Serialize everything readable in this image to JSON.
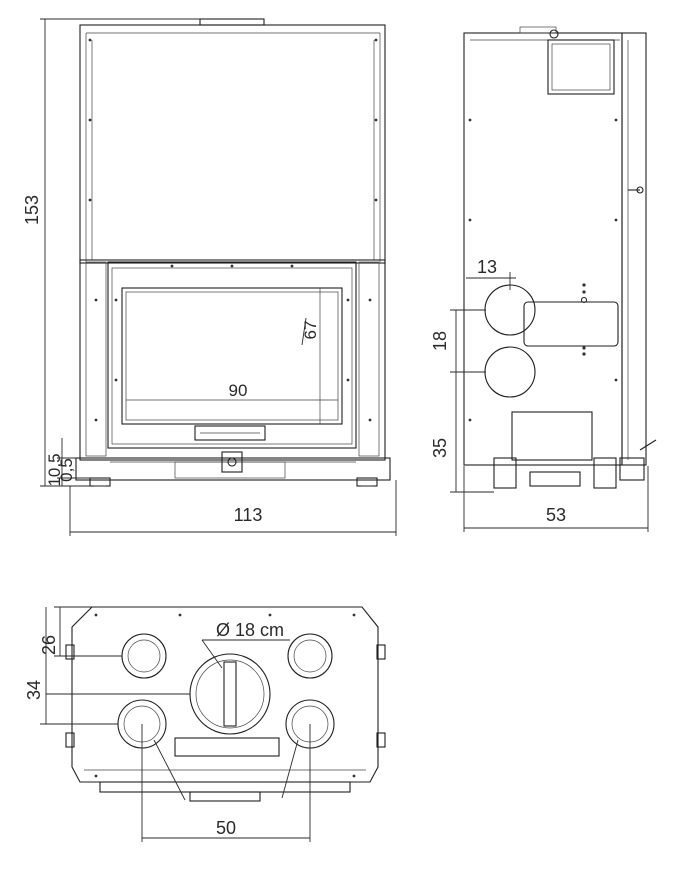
{
  "front_view": {
    "height_label": "153",
    "width_label": "113",
    "foot_label_a": "10,5",
    "foot_label_b": "0,5",
    "glass_height_label": "67",
    "glass_width_label": "90"
  },
  "side_view": {
    "pipe_offset_label": "13",
    "pipe_spacing_label": "18",
    "pipe_base_height_label": "35",
    "depth_label": "53"
  },
  "top_view": {
    "offset_front_label": "26",
    "offset_center_label": "34",
    "diameter_label": "Ø 18 cm",
    "spacing_label": "50"
  }
}
